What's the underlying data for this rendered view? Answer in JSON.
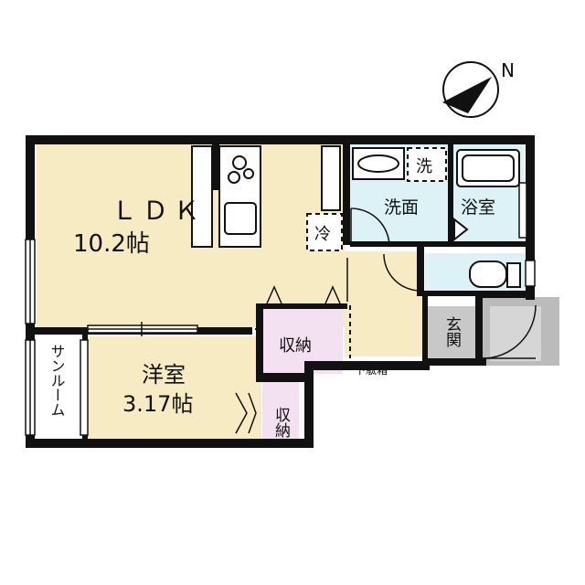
{
  "compass": {
    "north_label": "N"
  },
  "rooms": {
    "ldk": {
      "name": "ＬＤＫ",
      "size": "10.2帖"
    },
    "western": {
      "name": "洋室",
      "size": "3.17帖"
    },
    "sunroom": {
      "name": "サンルーム"
    },
    "storage_main": {
      "name": "収納"
    },
    "storage_small": {
      "name": "収納"
    },
    "washroom": {
      "name": "洗面"
    },
    "bathroom": {
      "name": "浴室"
    },
    "entrance": {
      "name": "玄関"
    },
    "shoe_box": {
      "name": "下駄箱"
    },
    "washer": {
      "name": "洗"
    },
    "fridge": {
      "name": "冷"
    }
  },
  "colors": {
    "ldk": "#f6ebc3",
    "western": "#f6ebc3",
    "storage": "#f3e0f0",
    "water": "#dcf2f6",
    "entrance": "#c8c8c8",
    "wall": "#111111"
  }
}
